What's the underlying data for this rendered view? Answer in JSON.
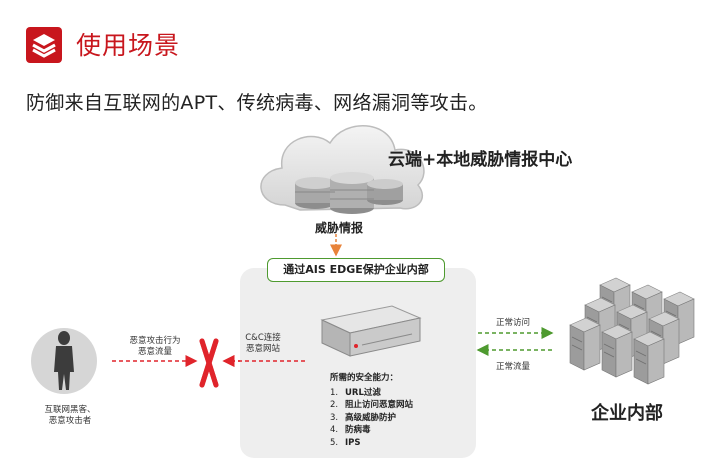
{
  "header": {
    "title": "使用场景",
    "icon": "layers-icon",
    "accent_color": "#c8161d"
  },
  "intro": "防御来自互联网的APT、传统病毒、网络漏洞等攻击。",
  "cloud": {
    "title": "云端+本地威胁情报中心",
    "threat_label": "威胁情报"
  },
  "banner": "通过AIS EDGE保护企业内部",
  "labels": {
    "attack": [
      "恶意攻击行为",
      "恶意流量"
    ],
    "cc": [
      "C&C连接",
      "恶意网站"
    ],
    "hacker": [
      "互联网黑客、",
      "恶意攻击者"
    ],
    "normal_access": "正常访问",
    "normal_traffic": "正常流量",
    "enterprise": "企业内部"
  },
  "capabilities": {
    "title": "所需的安全能力：",
    "items": [
      {
        "num": "1.",
        "text": "URL过滤"
      },
      {
        "num": "2.",
        "text": "阻止访问恶意网站"
      },
      {
        "num": "3.",
        "text": "高级威胁防护"
      },
      {
        "num": "4.",
        "text": "防病毒"
      },
      {
        "num": "5.",
        "text": "IPS"
      }
    ]
  },
  "colors": {
    "red": "#e0242b",
    "green": "#4e9a2f",
    "orange": "#e8833a",
    "gray": "#cfcfcf"
  }
}
